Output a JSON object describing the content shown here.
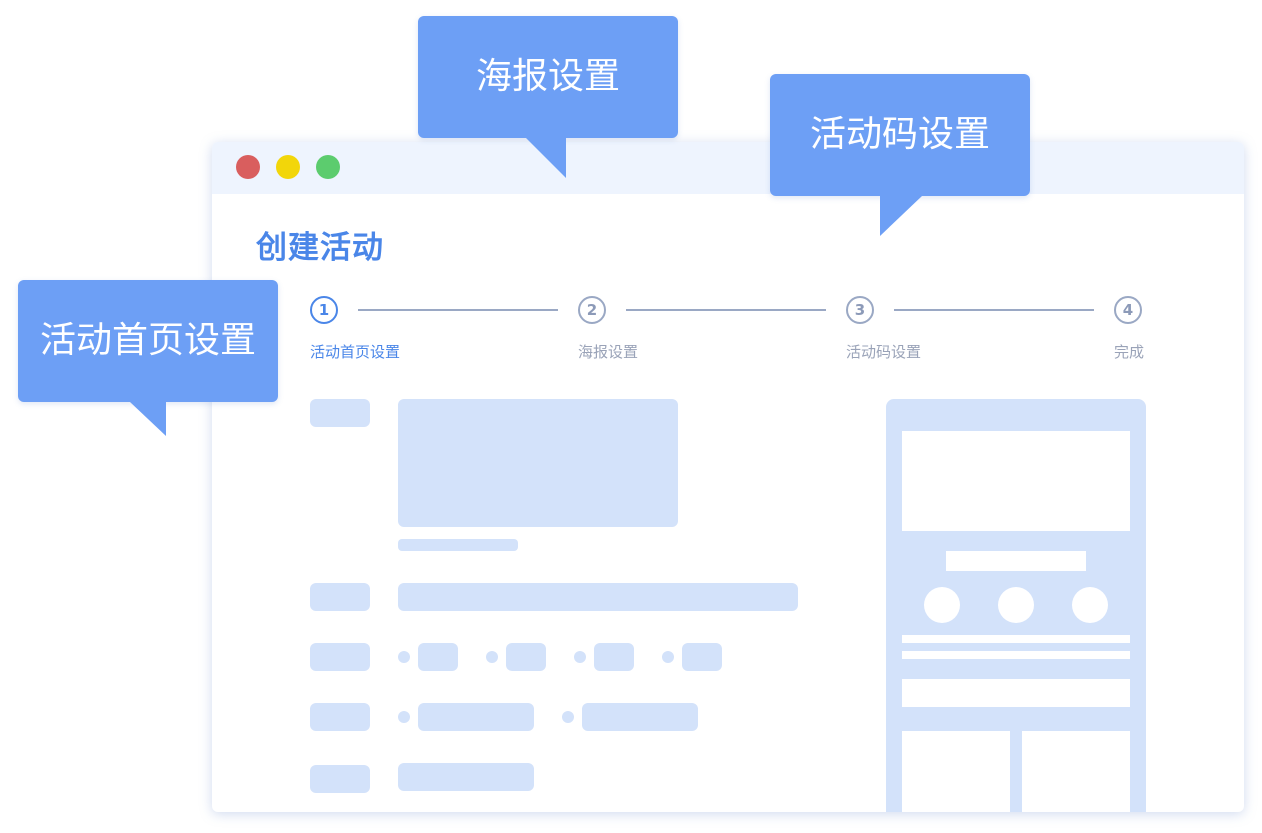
{
  "window": {
    "controls": [
      "close",
      "minimize",
      "maximize"
    ],
    "colors": {
      "close": "#d95e5e",
      "minimize": "#f2d60a",
      "maximize": "#5ccc6e"
    }
  },
  "page": {
    "title": "创建活动"
  },
  "steps": [
    {
      "number": "1",
      "label": "活动首页设置",
      "active": true
    },
    {
      "number": "2",
      "label": "海报设置",
      "active": false
    },
    {
      "number": "3",
      "label": "活动码设置",
      "active": false
    },
    {
      "number": "4",
      "label": "完成",
      "active": false
    }
  ],
  "callouts": {
    "poster": "海报设置",
    "code": "活动码设置",
    "homepage": "活动首页设置"
  },
  "colors": {
    "accent": "#4a86e8",
    "callout": "#6d9ff5",
    "skeleton": "#d3e2fa",
    "titlebar": "#eef4fe"
  }
}
